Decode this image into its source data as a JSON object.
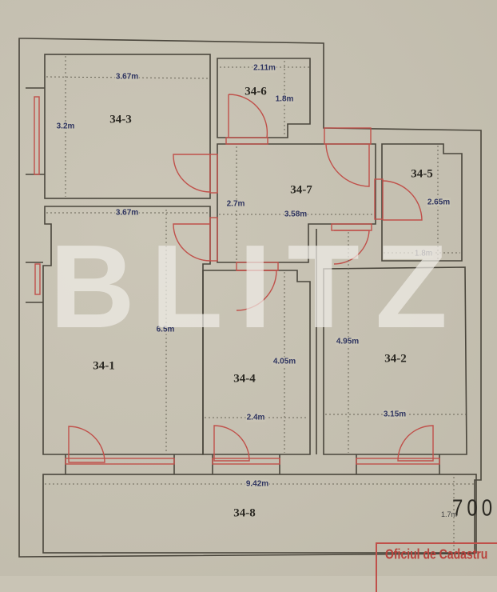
{
  "plan": {
    "rooms": [
      {
        "id": "34-1",
        "label": "34-1",
        "dims": [
          "3.67m",
          "6.5m"
        ]
      },
      {
        "id": "34-2",
        "label": "34-2",
        "dims": [
          "3.15m",
          "4.95m"
        ]
      },
      {
        "id": "34-3",
        "label": "34-3",
        "dims": [
          "3.67m",
          "3.2m"
        ]
      },
      {
        "id": "34-4",
        "label": "34-4",
        "dims": [
          "2.4m",
          "4.05m"
        ]
      },
      {
        "id": "34-5",
        "label": "34-5",
        "dims": [
          "1.8m",
          "2.65m"
        ]
      },
      {
        "id": "34-6",
        "label": "34-6",
        "dims": [
          "2.11m",
          "1.8m"
        ]
      },
      {
        "id": "34-7",
        "label": "34-7",
        "dims": [
          "3.58m",
          "2.7m"
        ]
      },
      {
        "id": "34-8",
        "label": "34-8",
        "dims": [
          "9.42m",
          "1.7m"
        ]
      }
    ],
    "colors": {
      "paper": "#c9c4b5",
      "walls": "#4a463c",
      "doors_windows": "#c0504a",
      "dimension_text": "#2f3560",
      "room_text": "#2a2822",
      "watermark": "#eeece6"
    }
  },
  "watermark": {
    "letters": [
      "B",
      "L",
      "I",
      "T",
      "Z"
    ]
  },
  "side_number": "700",
  "stamp": {
    "text": "Oficiul de Cadastru"
  }
}
